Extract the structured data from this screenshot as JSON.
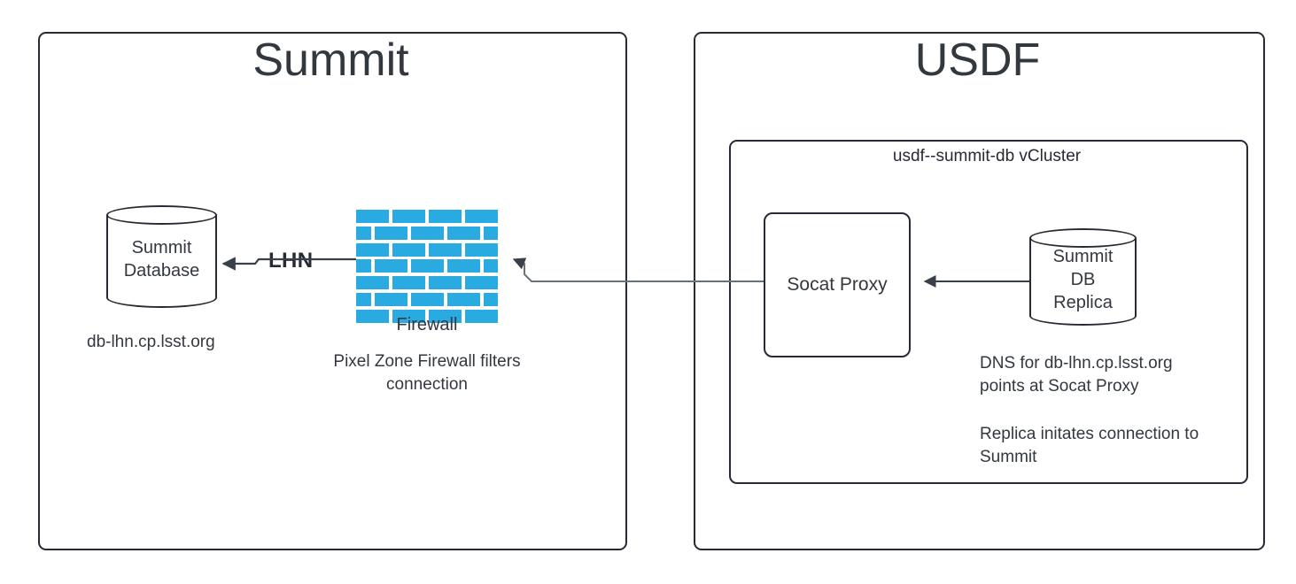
{
  "diagram": {
    "title_summit": "Summit",
    "title_usdf": "USDF",
    "vcluster_label": "usdf--summit-db vCluster",
    "summit_database_label": "Summit\nDatabase",
    "summit_database_line1": "Summit",
    "summit_database_line2": "Database",
    "summit_db_hostname": "db-lhn.cp.lsst.org",
    "firewall_label": "Firewall",
    "firewall_caption_line1": "Pixel Zone Firewall filters",
    "firewall_caption_line2": "connection",
    "link_label": "LHN",
    "socat_proxy_label": "Socat Proxy",
    "replica_line1": "Summit",
    "replica_line2": "DB",
    "replica_line3": "Replica",
    "note_dns_line1": "DNS for db-lhn.cp.lsst.org",
    "note_dns_line2": "points at Socat Proxy",
    "note_replica_line1": "Replica initates connection to",
    "note_replica_line2": "Summit",
    "colors": {
      "stroke": "#262b33",
      "text": "#33383f",
      "brick": "#29abe2",
      "background": "#ffffff"
    }
  }
}
